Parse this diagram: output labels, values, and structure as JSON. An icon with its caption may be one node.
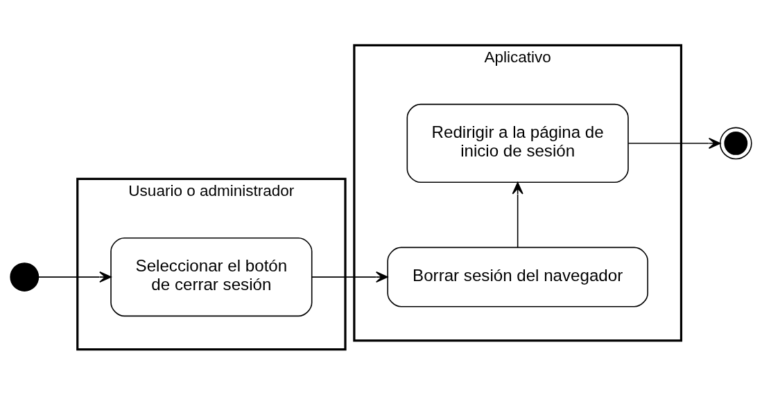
{
  "diagram": {
    "nodes": [
      {
        "text": [
          "Usuario o administrador"
        ]
      },
      {
        "text": [
          "Aplicativo"
        ]
      },
      {
        "text": [],
        "shape": "circle"
      },
      {
        "text": [
          "Seleccionar el botón de cerrar sesión"
        ],
        "in": 0
      },
      {
        "text": [
          "Borrar sesión del navegador"
        ],
        "in": 1
      },
      {
        "text": [
          "Redirigir a la página de inicio de sesión"
        ],
        "in": 1
      },
      {
        "text": [],
        "shape": "bullseye"
      }
    ],
    "edges": [
      {
        "from": 2,
        "to": 3,
        "arrow": "to"
      },
      {
        "from": 3,
        "to": 4,
        "arrow": "to"
      },
      {
        "from": 4,
        "to": 5,
        "arrow": "to"
      },
      {
        "from": 5,
        "to": 6,
        "arrow": "to"
      }
    ]
  }
}
